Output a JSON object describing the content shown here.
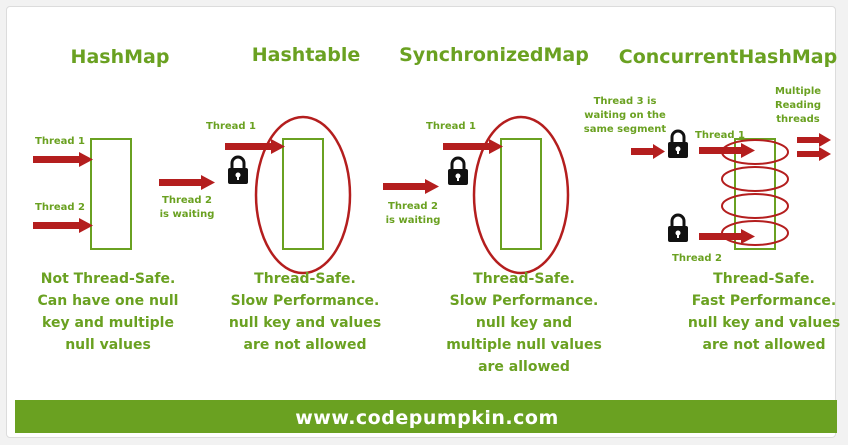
{
  "colors": {
    "green": "#6aa121",
    "red": "#b41e1e",
    "white": "#ffffff",
    "black": "#111111"
  },
  "hashmap": {
    "title": "HashMap",
    "thread1": "Thread 1",
    "thread2": "Thread 2",
    "desc": [
      "Not Thread-Safe.",
      "Can have one null",
      "key and multiple",
      "null values"
    ]
  },
  "hashtable": {
    "title": "Hashtable",
    "thread1": "Thread 1",
    "thread2": [
      "Thread 2",
      "is waiting"
    ],
    "desc": [
      "Thread-Safe.",
      "Slow Performance.",
      "null key and values",
      "are not allowed"
    ]
  },
  "synchronizedmap": {
    "title": "SynchronizedMap",
    "thread1": "Thread 1",
    "thread2": [
      "Thread 2",
      "is waiting"
    ],
    "desc": [
      "Thread-Safe.",
      "Slow Performance.",
      "null key and",
      "multiple null values",
      "are allowed"
    ]
  },
  "concurrenthashmap": {
    "title": "ConcurrentHashMap",
    "thread1": "Thread 1",
    "thread2": "Thread 2",
    "thread3": [
      "Thread 3 is",
      "waiting on the",
      "same segment"
    ],
    "multiple": [
      "Multiple",
      "Reading",
      "threads"
    ],
    "desc": [
      "Thread-Safe.",
      "Fast Performance.",
      "null key and values",
      "are not allowed"
    ]
  },
  "footer": {
    "text": "www.codepumpkin.com"
  }
}
